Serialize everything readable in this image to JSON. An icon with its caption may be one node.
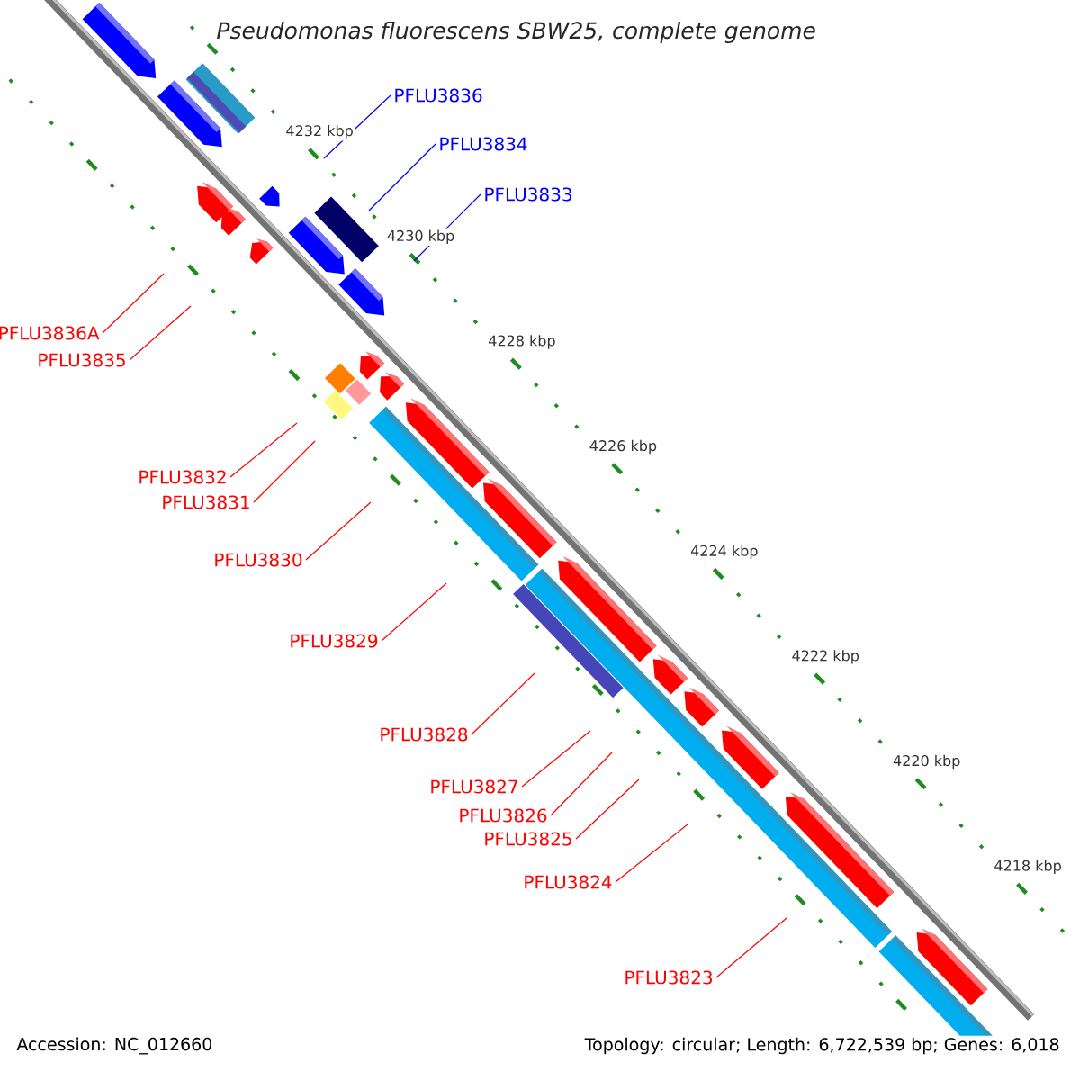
{
  "diagram": {
    "title": "Pseudomonas fluorescens SBW25, complete genome",
    "nodes": [
      {
        "text": [
          "PFLU3836"
        ]
      },
      {
        "text": [
          "PFLU3834"
        ]
      },
      {
        "text": [
          "PFLU3833"
        ]
      },
      {
        "text": [
          "PFLU3836A"
        ]
      },
      {
        "text": [
          "PFLU3835"
        ]
      },
      {
        "text": [
          "PFLU3832"
        ]
      },
      {
        "text": [
          "PFLU3831"
        ]
      },
      {
        "text": [
          "PFLU3830"
        ]
      },
      {
        "text": [
          "PFLU3829"
        ]
      },
      {
        "text": [
          "PFLU3828"
        ]
      },
      {
        "text": [
          "PFLU3827"
        ]
      },
      {
        "text": [
          "PFLU3826"
        ]
      },
      {
        "text": [
          "PFLU3825"
        ]
      },
      {
        "text": [
          "PFLU3824"
        ]
      },
      {
        "text": [
          "PFLU3823"
        ]
      }
    ],
    "edges": [
      {
        "from": 0,
        "to": null,
        "arrow": "none",
        "color": "#0000ff"
      },
      {
        "from": 1,
        "to": null,
        "arrow": "none",
        "color": "#0000ff"
      },
      {
        "from": 2,
        "to": null,
        "arrow": "none",
        "color": "#0000ff"
      },
      {
        "from": 3,
        "to": null,
        "arrow": "none"
      },
      {
        "from": 4,
        "to": null,
        "arrow": "none"
      },
      {
        "from": 5,
        "to": null,
        "arrow": "none"
      },
      {
        "from": 6,
        "to": null,
        "arrow": "none"
      },
      {
        "from": 7,
        "to": null,
        "arrow": "none"
      },
      {
        "from": 8,
        "to": null,
        "arrow": "none"
      },
      {
        "from": 9,
        "to": null,
        "arrow": "none"
      },
      {
        "from": 10,
        "to": null,
        "arrow": "none"
      },
      {
        "from": 11,
        "to": null,
        "arrow": "none"
      },
      {
        "from": 12,
        "to": null,
        "arrow": "none"
      },
      {
        "from": 13,
        "to": null,
        "arrow": "none"
      },
      {
        "from": 14,
        "to": null,
        "arrow": "none"
      }
    ],
    "labels": [
      "4232 kbp",
      "4230 kbp",
      "4228 kbp",
      "4226 kbp",
      "4224 kbp",
      "4222 kbp",
      "4220 kbp",
      "4218 kbp",
      "Accession: NC_012660",
      "Topology: circular; Length: 6,722,539 bp; Genes: 6,018"
    ]
  }
}
